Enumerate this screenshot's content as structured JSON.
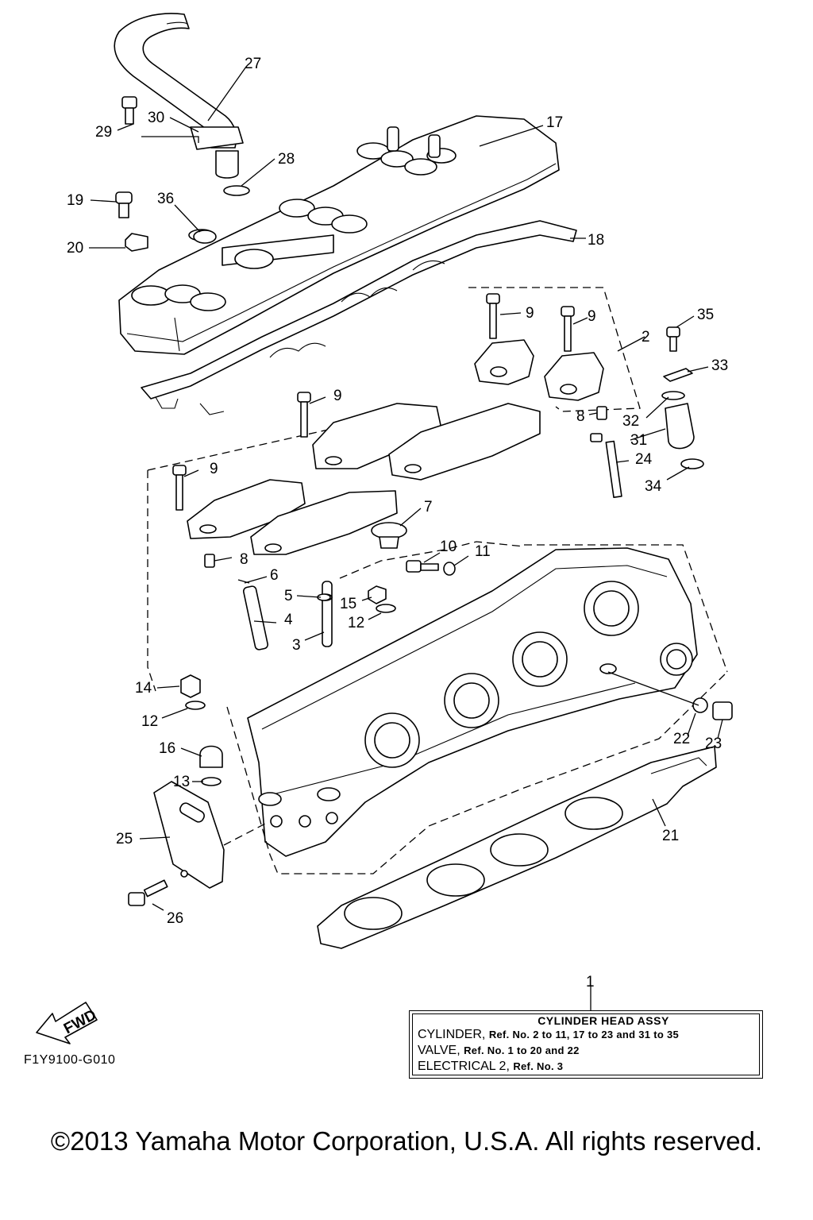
{
  "callouts": {
    "c1": "1",
    "c2": "2",
    "c3": "3",
    "c4": "4",
    "c5": "5",
    "c6": "6",
    "c7": "7",
    "c8a": "8",
    "c8b": "8",
    "c9a": "9",
    "c9b": "9",
    "c9c": "9",
    "c9d": "9",
    "c10": "10",
    "c11": "11",
    "c12a": "12",
    "c12b": "12",
    "c13": "13",
    "c14": "14",
    "c15": "15",
    "c16": "16",
    "c17": "17",
    "c18": "18",
    "c19": "19",
    "c20": "20",
    "c21": "21",
    "c22": "22",
    "c23": "23",
    "c24": "24",
    "c25": "25",
    "c26": "26",
    "c27": "27",
    "c28": "28",
    "c29": "29",
    "c30": "30",
    "c31": "31",
    "c32": "32",
    "c33": "33",
    "c34": "34",
    "c35": "35",
    "c36": "36"
  },
  "fwd_label": "FWD",
  "legend": {
    "title": "CYLINDER HEAD ASSY",
    "rows": [
      {
        "name": "CYLINDER,",
        "ref": "Ref. No. 2 to 11, 17 to 23 and 31 to 35"
      },
      {
        "name": "VALVE,",
        "ref": "Ref. No. 1 to 20 and 22"
      },
      {
        "name": "ELECTRICAL 2,",
        "ref": "Ref. No. 3"
      }
    ]
  },
  "diagram_code": "F1Y9100-G010",
  "copyright": "©2013 Yamaha Motor Corporation, U.S.A. All rights reserved."
}
